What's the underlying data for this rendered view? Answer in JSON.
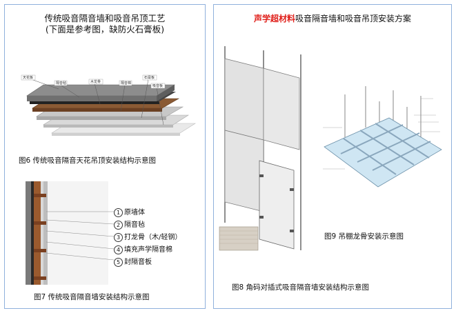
{
  "left_panel": {
    "title_line1": "传统吸音隔音墙和吸音吊顶工艺",
    "title_line2": "(下面是参考图，缺防火石膏板)",
    "ceiling_labels": [
      "天花板",
      "隔音毡",
      "木龙骨",
      "隔音棉",
      "石膏板",
      "吸音板"
    ],
    "fig6_caption": "图6 传统吸音隔音天花吊顶安装结构示意图",
    "legend": [
      "原墙体",
      "隔音毡",
      "打龙骨（木/轻钢）",
      "填充声学隔音棉",
      "封隔音板"
    ],
    "legend_numbers": [
      "1",
      "2",
      "3",
      "4",
      "5"
    ],
    "fig7_caption": "图7 传统吸音隔音墙安装结构示意图"
  },
  "right_panel": {
    "title_red": "声学超材料",
    "title_rest": "吸音隔音墙和吸音吊顶安装方案",
    "fig9_caption": "图9 吊棚龙骨安装示意图",
    "fig8_caption": "图8 角码对插式吸音隔音墙安装结构示意图"
  },
  "colors": {
    "panel_border": "#8fb0dc",
    "accent_red": "#e0201b"
  }
}
